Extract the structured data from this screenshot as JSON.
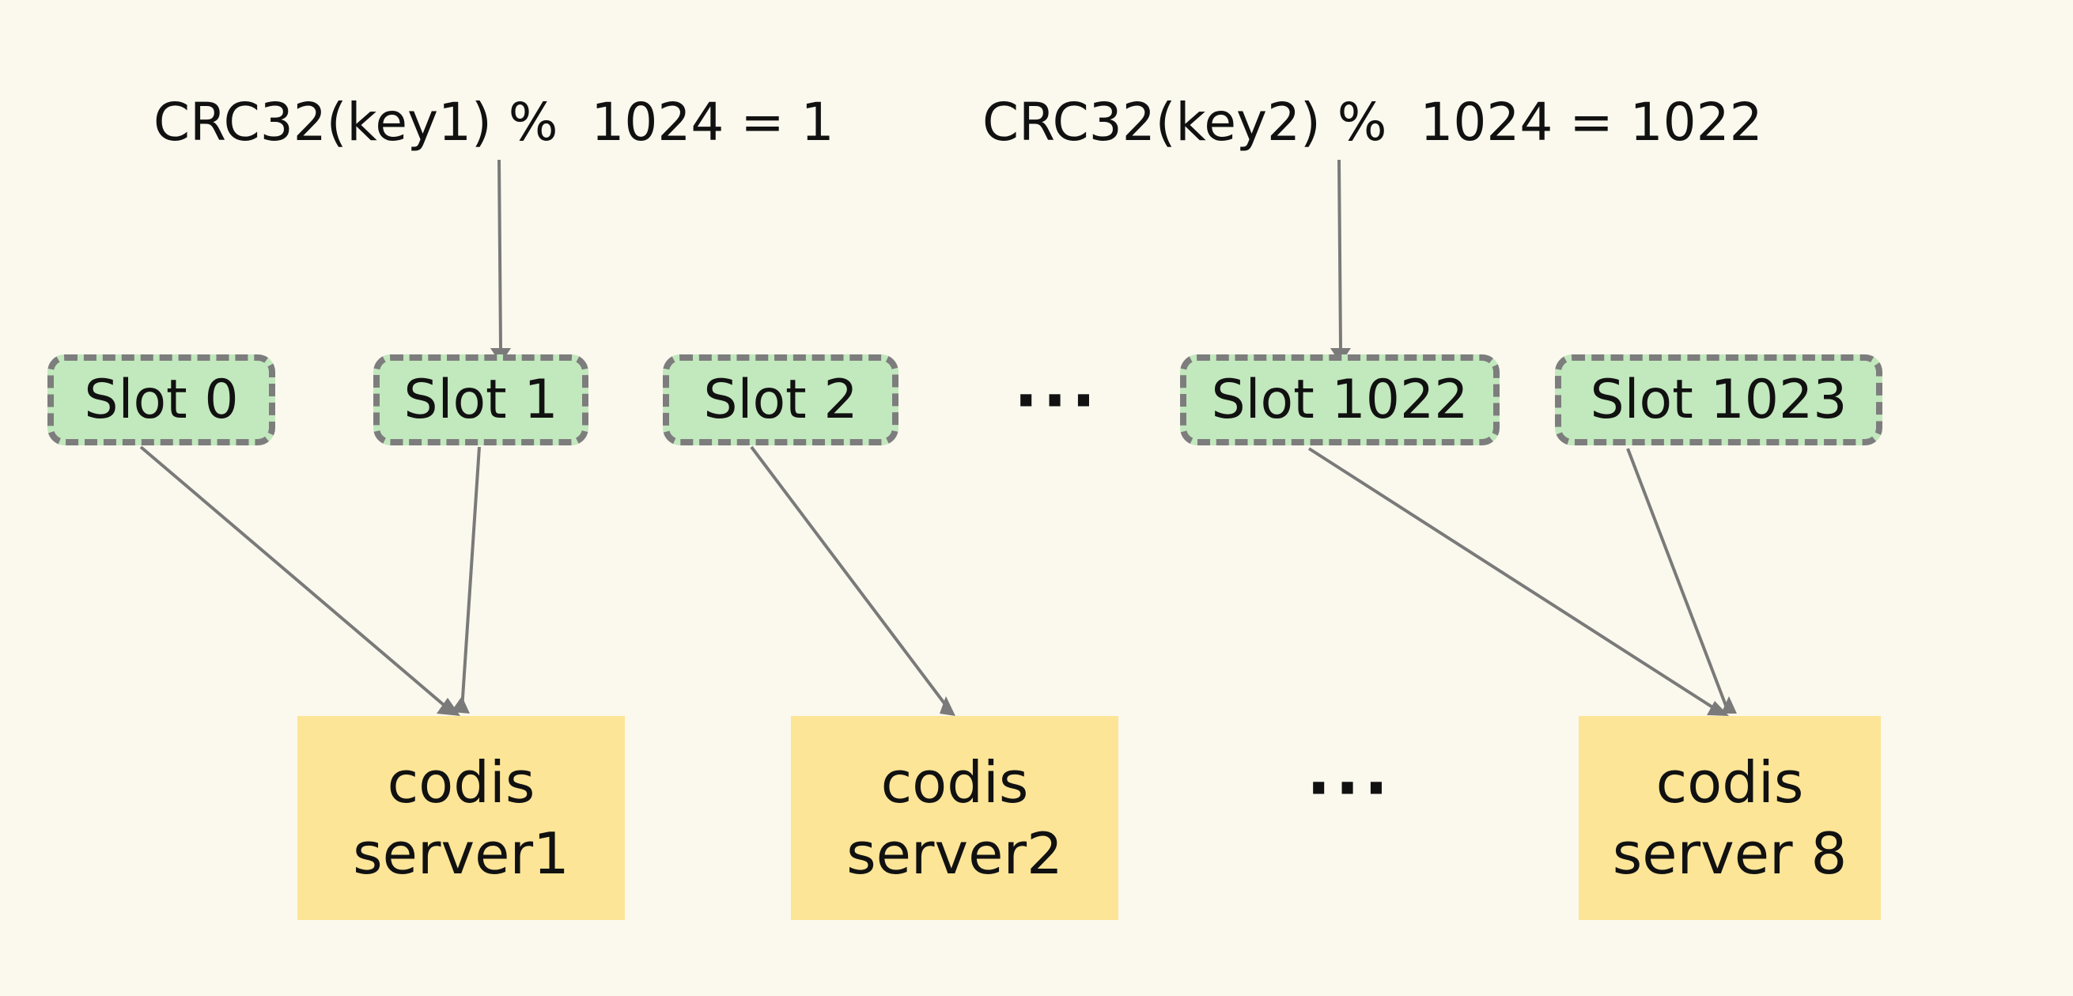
{
  "formulas": {
    "key1": "CRC32(key1) %  1024 = 1",
    "key2": "CRC32(key2) %  1024 = 1022"
  },
  "slots": [
    {
      "label": "Slot 0"
    },
    {
      "label": "Slot 1"
    },
    {
      "label": "Slot 2"
    },
    {
      "label": "Slot 1022"
    },
    {
      "label": "Slot 1023"
    }
  ],
  "slot_ellipsis": "···",
  "servers": [
    {
      "line1": "codis",
      "line2": "server1"
    },
    {
      "line1": "codis",
      "line2": "server2"
    },
    {
      "line1": "codis",
      "line2": "server 8"
    }
  ],
  "server_ellipsis": "···",
  "colors": {
    "background": "#fbf9ed",
    "slot_fill": "#c2e8bd",
    "slot_border": "#7d7d7d",
    "server_fill": "#fde597",
    "arrow": "#7a7a7a"
  }
}
